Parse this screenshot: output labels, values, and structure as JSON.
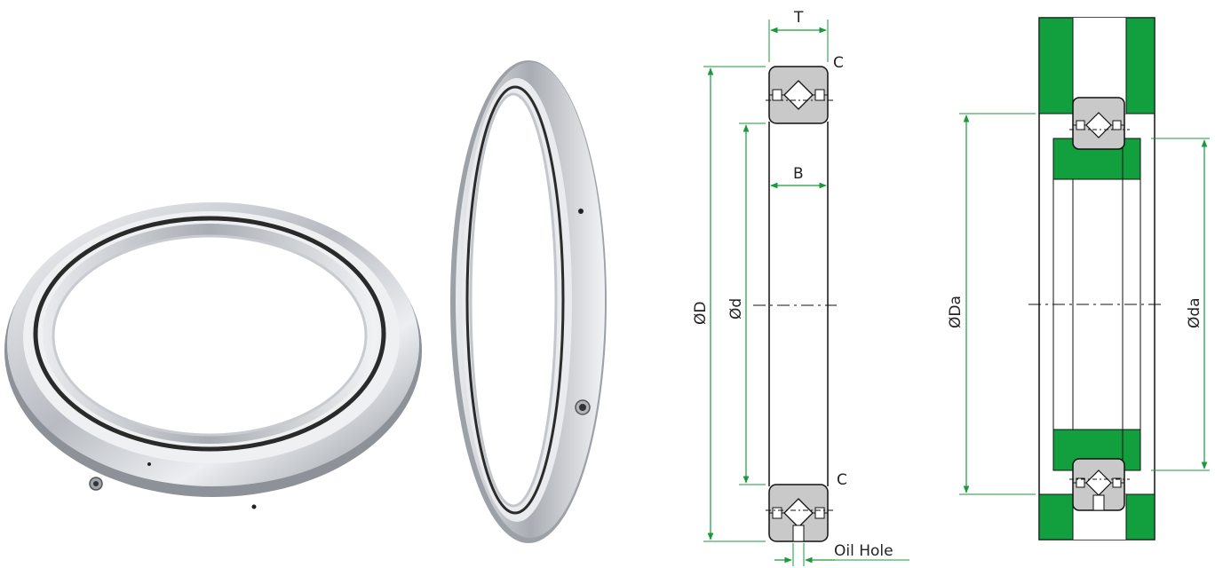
{
  "colors": {
    "dimension_line": "#1a9a3a",
    "housing_green": "#12a03f",
    "bearing_gray": "#c9c9c9",
    "outline": "#111111"
  },
  "icons": [
    "bearing-photo-angled",
    "bearing-photo-side"
  ],
  "section_drawing": {
    "labels": {
      "width_top": "T",
      "inner_width": "B",
      "chamfer_top": "C",
      "chamfer_bottom": "C",
      "outer_diameter": "ØD",
      "inner_diameter": "Ød",
      "oil_hole": "Oil Hole"
    }
  },
  "mounting_drawing": {
    "labels": {
      "housing_diameter": "ØDa",
      "shaft_diameter": "Øda"
    }
  }
}
